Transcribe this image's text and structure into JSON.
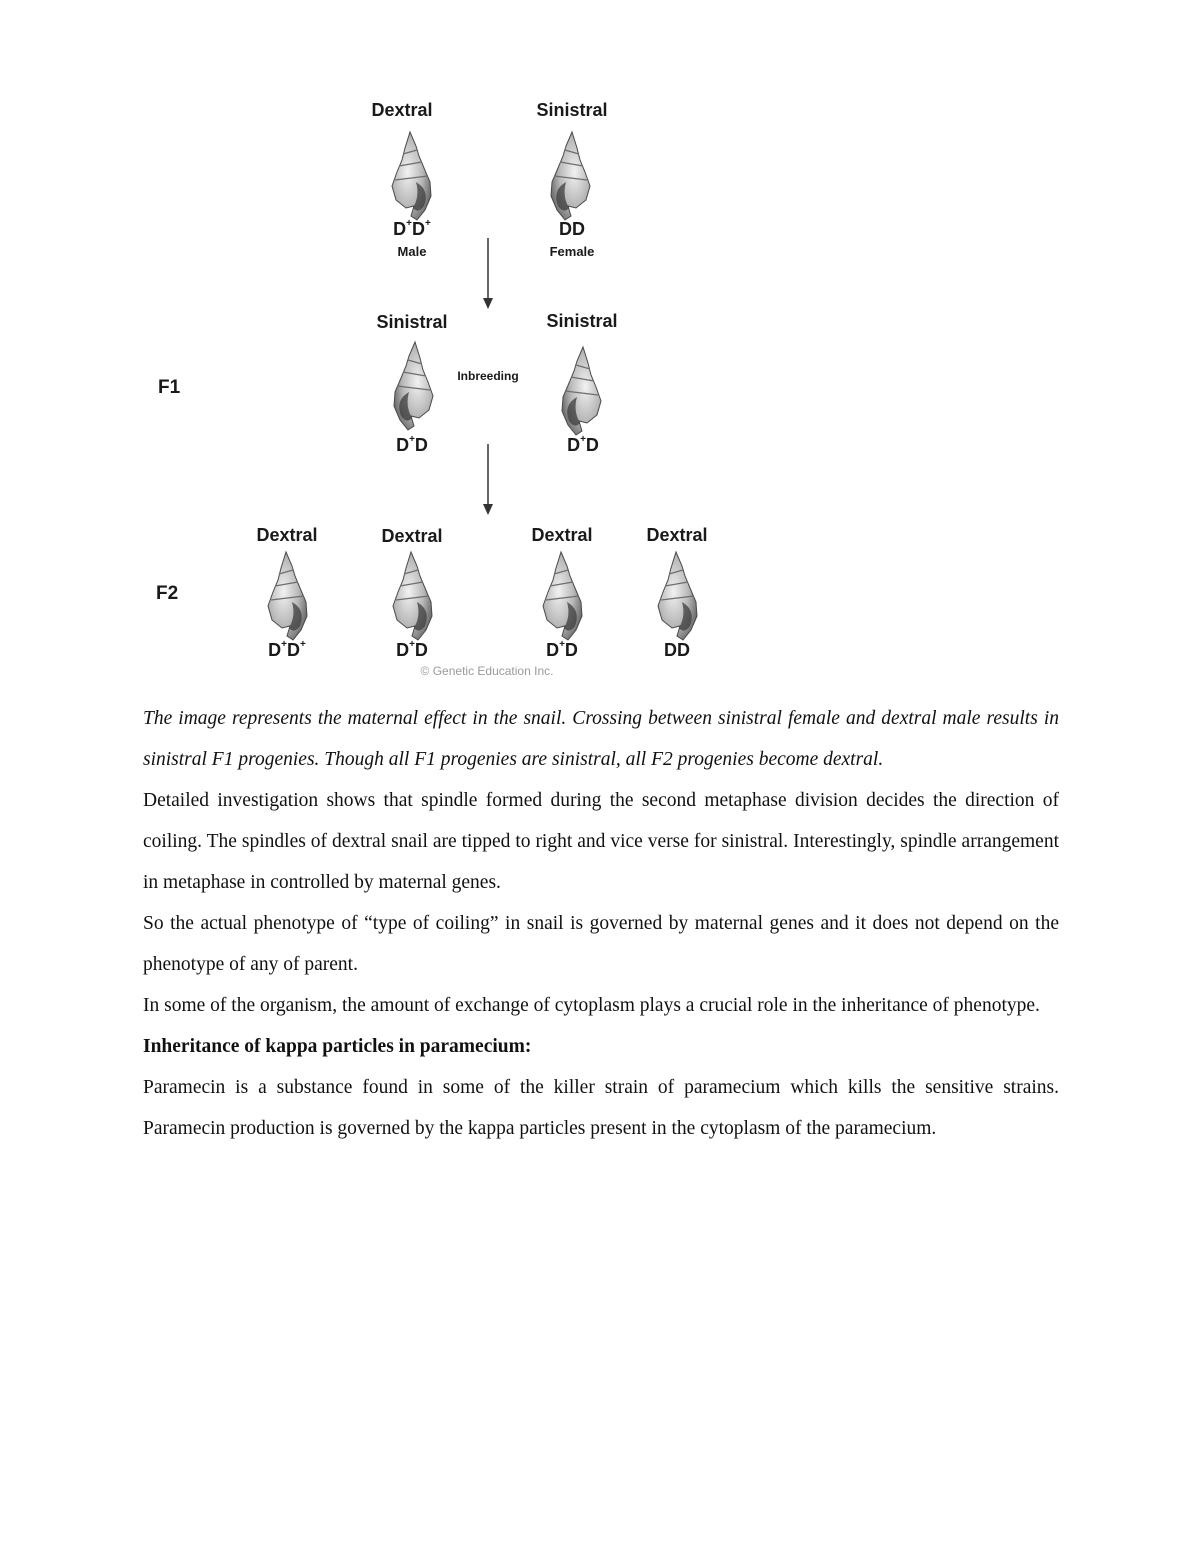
{
  "figure": {
    "parents": {
      "dextral_label": "Dextral",
      "sinistral_label": "Sinistral",
      "male_genotype": {
        "base": "D",
        "sup": "+",
        "base2": "D",
        "sup2": "+"
      },
      "female_genotype": "DD",
      "male_sex": "Male",
      "female_sex": "Female"
    },
    "f1": {
      "generation": "F1",
      "left_label": "Sinistral",
      "right_label": "Sinistral",
      "inbreeding": "Inbreeding",
      "left_genotype": {
        "base": "D",
        "sup": "+",
        "base2": "D"
      },
      "right_genotype": {
        "base": "D",
        "sup": "+",
        "base2": "D"
      }
    },
    "f2": {
      "generation": "F2",
      "labels": [
        "Dextral",
        "Dextral",
        "Dextral",
        "Dextral"
      ],
      "genotype1": {
        "base": "D",
        "sup": "+",
        "base2": "D",
        "sup2": "+"
      },
      "genotype2": {
        "base": "D",
        "sup": "+",
        "base2": "D"
      },
      "genotype3": {
        "base": "D",
        "sup": "+",
        "base2": "D"
      },
      "genotype4": "DD"
    },
    "copyright": "© Genetic Education Inc.",
    "shell_color": "#bdbdbd"
  },
  "text": {
    "caption": "The image represents the maternal effect in the snail. Crossing between sinistral female and dextral male results in sinistral F1 progenies. Though all F1 progenies are sinistral, all F2 progenies become dextral.",
    "para1": "Detailed investigation shows that spindle formed during the second metaphase division decides the direction of coiling. The spindles of dextral snail are tipped to right and vice verse for sinistral. Interestingly, spindle arrangement in metaphase in controlled by maternal genes.",
    "para2": "So the actual phenotype of “type of coiling” in snail is governed by maternal genes and it does not depend on the phenotype of any of parent.",
    "para3": "In some of the organism, the amount of exchange of cytoplasm plays a crucial role in the inheritance of phenotype.",
    "heading": "Inheritance of kappa particles in paramecium:",
    "para4": "Paramecin is a substance found in some of the killer strain of paramecium which kills the sensitive strains. Paramecin production is governed by the kappa particles present in the cytoplasm of the paramecium."
  }
}
